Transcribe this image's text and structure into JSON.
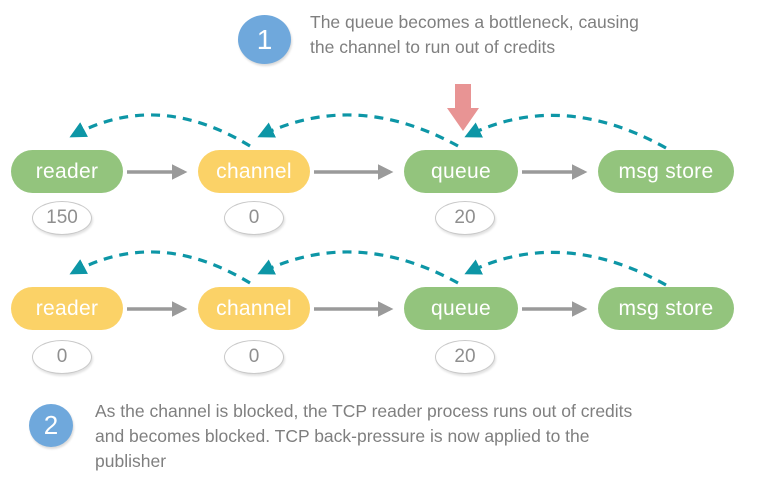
{
  "colors": {
    "green": "#93c47d",
    "yellow": "#fbd267",
    "teal": "#0d96a6",
    "red": "#e89494",
    "blue": "#6fa8dc",
    "flowgray": "#9a9a9a"
  },
  "annotations": [
    {
      "number": "1",
      "lines": [
        "The queue becomes a bottleneck, causing",
        "the channel to run out of credits"
      ]
    },
    {
      "number": "2",
      "lines": [
        "As the channel is blocked, the TCP reader process runs out of credits",
        "and becomes blocked. TCP back-pressure is now applied to the",
        "publisher"
      ]
    }
  ],
  "rows": [
    {
      "nodes": [
        {
          "label": "reader",
          "color": "green",
          "credits": "150"
        },
        {
          "label": "channel",
          "color": "yellow",
          "credits": "0"
        },
        {
          "label": "queue",
          "color": "green",
          "credits": "20"
        },
        {
          "label": "msg store",
          "color": "green"
        }
      ]
    },
    {
      "nodes": [
        {
          "label": "reader",
          "color": "yellow",
          "credits": "0"
        },
        {
          "label": "channel",
          "color": "yellow",
          "credits": "0"
        },
        {
          "label": "queue",
          "color": "green",
          "credits": "20"
        },
        {
          "label": "msg store",
          "color": "green"
        }
      ]
    }
  ]
}
